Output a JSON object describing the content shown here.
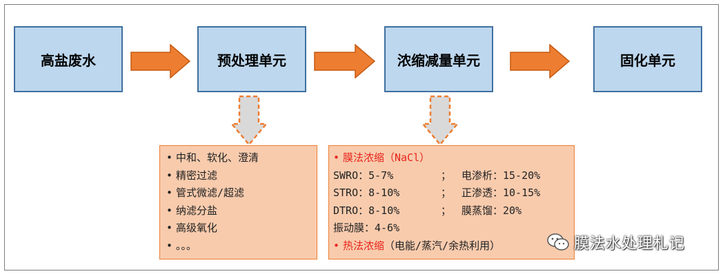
{
  "steps": [
    {
      "label": "高盐废水"
    },
    {
      "label": "预处理单元"
    },
    {
      "label": "浓缩减量单元"
    },
    {
      "label": "固化单元"
    }
  ],
  "pretreatment": {
    "items": [
      "中和、软化、澄清",
      "精密过滤",
      "管式微滤/超滤",
      "纳滤分盐",
      "高级氧化",
      "。。。"
    ]
  },
  "concentration": {
    "membrane_title": "膜法浓缩（NaCl）",
    "rows": [
      {
        "left": "SWRO：5-7%",
        "sep": "；",
        "right": "电渗析：15-20%"
      },
      {
        "left": "STRO：8-10%",
        "sep": "；",
        "right": "正渗透：10-15%"
      },
      {
        "left": "DTRO：8-10%",
        "sep": "；",
        "right": "膜蒸馏：20%"
      }
    ],
    "vibration": "振动膜：4-6%",
    "thermal_title": "热法浓缩",
    "thermal_note": "（电能/蒸汽/余热利用）"
  },
  "watermark": {
    "text": "膜法水处理札记",
    "icon": "wechat-icon"
  },
  "colors": {
    "box_fill": "#bdd7ee",
    "box_border": "#3f6f9f",
    "arrow": "#ed7d31",
    "detail_fill": "#f8cbad",
    "down_arrow": "#d9d9d9",
    "highlight": "#e8251b"
  }
}
